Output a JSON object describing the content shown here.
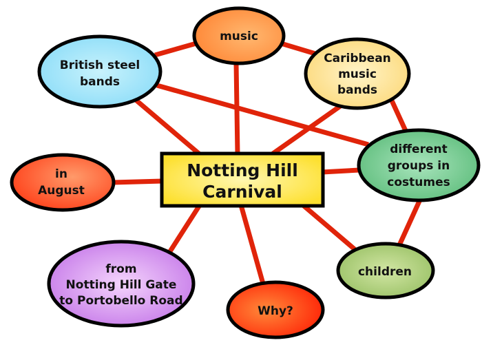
{
  "diagram": {
    "title": "Notting Hill Carnival mind map",
    "center": {
      "lines": [
        "Notting Hill",
        "Carnival"
      ]
    },
    "nodes": {
      "music": {
        "lines": [
          "music"
        ]
      },
      "british_steel_bands": {
        "lines": [
          "British steel",
          "bands"
        ]
      },
      "caribbean_music_bands": {
        "lines": [
          "Caribbean",
          "music",
          "bands"
        ]
      },
      "different_groups": {
        "lines": [
          "different",
          "groups in",
          "costumes"
        ]
      },
      "in_august": {
        "lines": [
          "in",
          "August"
        ]
      },
      "route": {
        "lines": [
          "from",
          "Notting Hill Gate",
          "to Portobello Road"
        ]
      },
      "why": {
        "lines": [
          "Why?"
        ]
      },
      "children": {
        "lines": [
          "children"
        ]
      }
    },
    "colors": {
      "link": "#e0240a",
      "center": "#fde84a",
      "music": "#ff9a4a",
      "british": "#a8e8fa",
      "caribbean": "#fde9a0",
      "different": "#7ccf96",
      "august": "#ff6a3a",
      "route": "#dc9cf0",
      "why": "#ff4a1a",
      "children": "#b5d488"
    }
  }
}
